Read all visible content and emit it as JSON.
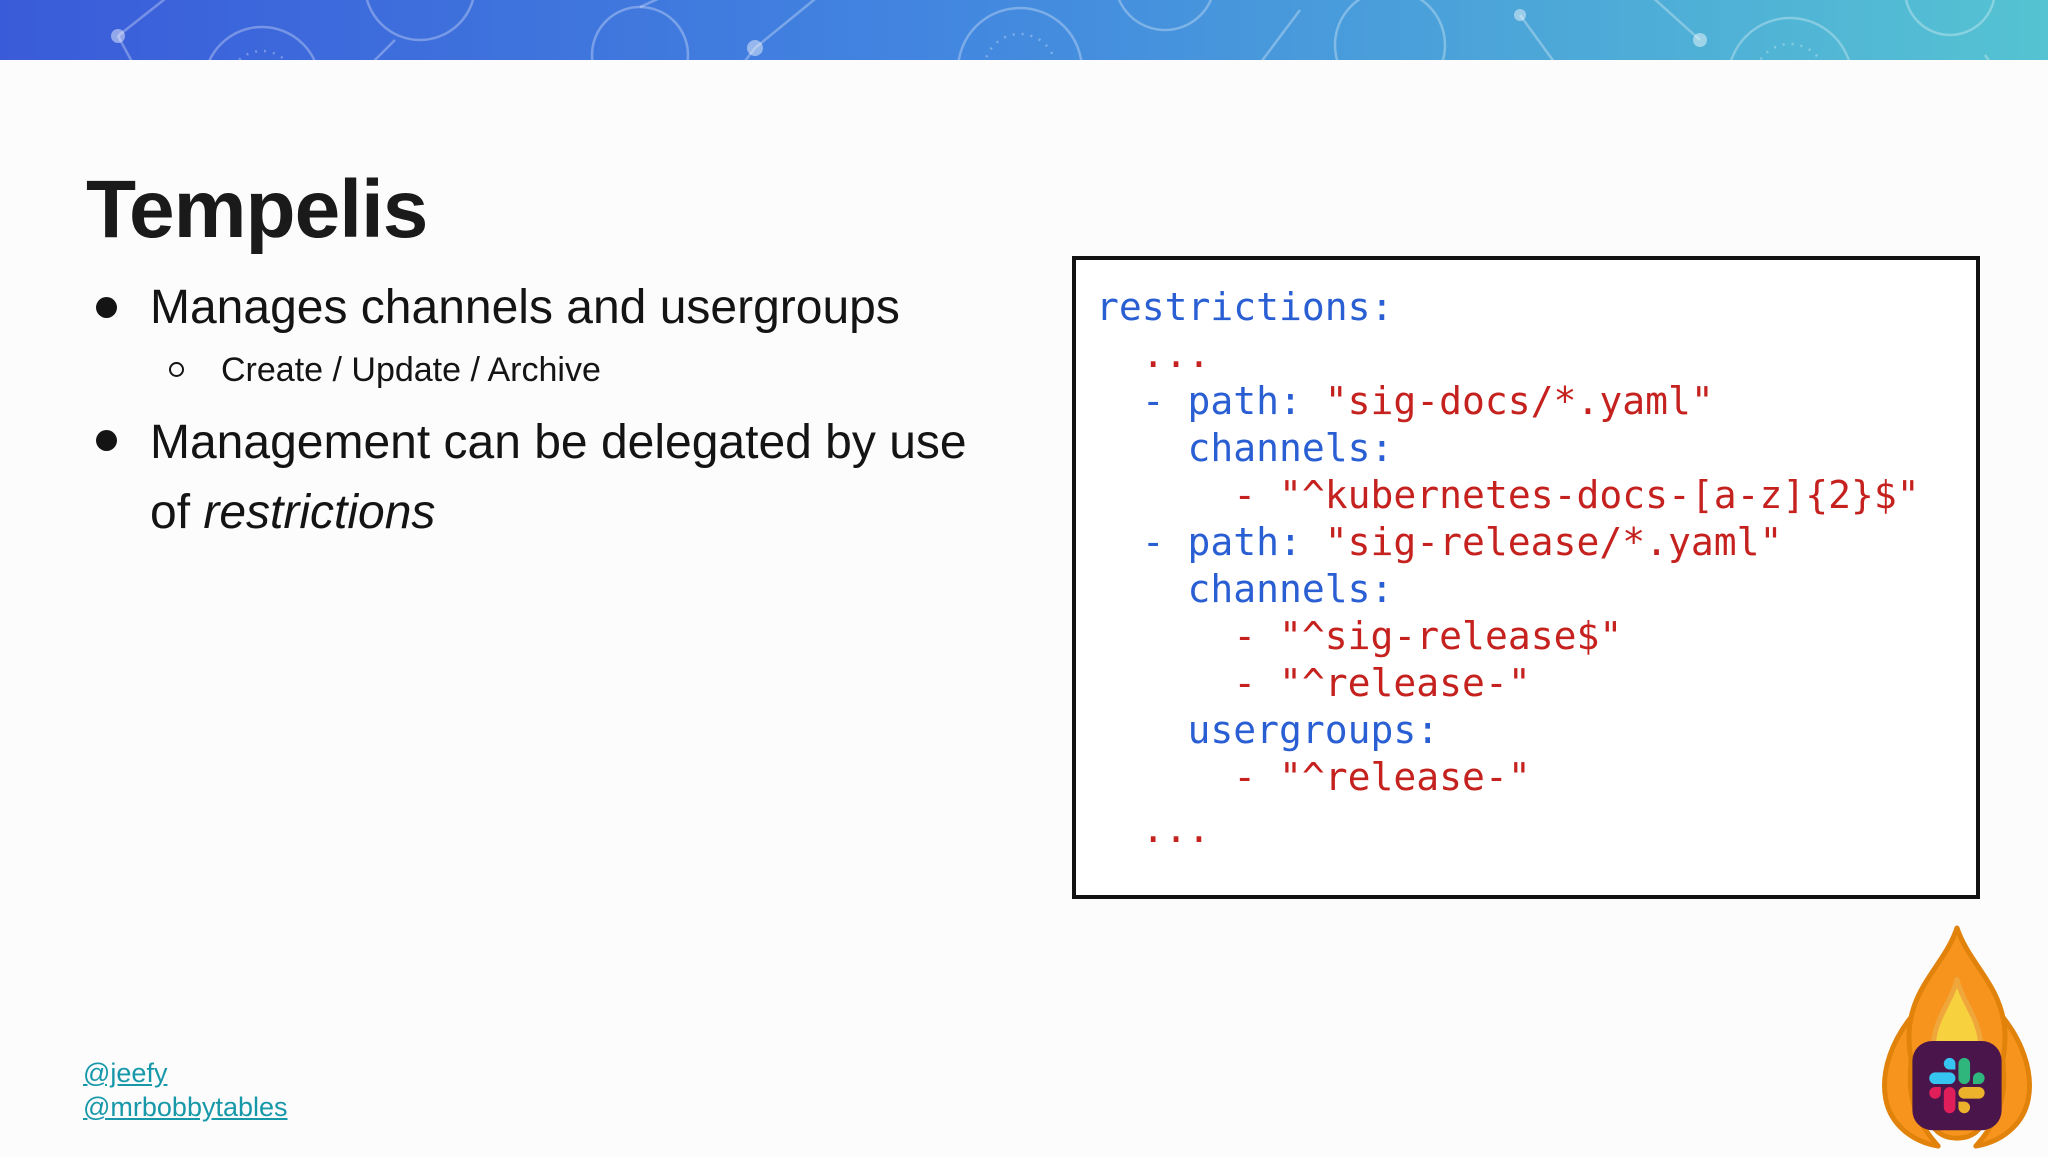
{
  "title": "Tempelis",
  "bullets": {
    "item1": "Manages channels and usergroups",
    "item1_sub": "Create / Update / Archive",
    "item2_text": "Management can be delegated by use of ",
    "item2_italic": "restrictions"
  },
  "code": {
    "lines": [
      [
        {
          "t": "restrictions:",
          "c": "blue"
        }
      ],
      [
        {
          "t": "  ",
          "c": "blue"
        },
        {
          "t": "...",
          "c": "red"
        }
      ],
      [
        {
          "t": "  - path: ",
          "c": "blue"
        },
        {
          "t": "\"sig-docs/*.yaml\"",
          "c": "red"
        }
      ],
      [
        {
          "t": "    channels:",
          "c": "blue"
        }
      ],
      [
        {
          "t": "      ",
          "c": "blue"
        },
        {
          "t": "- \"^kubernetes-docs-[a-z]{2}$\"",
          "c": "red"
        }
      ],
      [
        {
          "t": "  - path: ",
          "c": "blue"
        },
        {
          "t": "\"sig-release/*.yaml\"",
          "c": "red"
        }
      ],
      [
        {
          "t": "    channels:",
          "c": "blue"
        }
      ],
      [
        {
          "t": "      ",
          "c": "blue"
        },
        {
          "t": "- \"^sig-release$\"",
          "c": "red"
        }
      ],
      [
        {
          "t": "      ",
          "c": "blue"
        },
        {
          "t": "- \"^release-\"",
          "c": "red"
        }
      ],
      [
        {
          "t": "    usergroups:",
          "c": "blue"
        }
      ],
      [
        {
          "t": "      ",
          "c": "blue"
        },
        {
          "t": "- \"^release-\"",
          "c": "red"
        }
      ],
      [
        {
          "t": "  ",
          "c": "blue"
        },
        {
          "t": "...",
          "c": "red"
        }
      ]
    ]
  },
  "footer": {
    "links": [
      {
        "label": "@jeefy"
      },
      {
        "label": "@mrbobbytables"
      }
    ],
    "icons": [
      "flame-icon",
      "slack-logo-icon",
      "molecule-network-pattern"
    ]
  },
  "colors": {
    "slide-bg": "#FCFCFC",
    "banner-start": "#3A5BD9",
    "banner-mid": "#4285E0",
    "banner-end": "#55C3D2",
    "title-text": "#1A1A1A",
    "body-text": "#141414",
    "code-blue": "#2A5FD4",
    "code-red": "#C5221F",
    "box-border": "#121212",
    "link-teal": "#1798A9",
    "slack-aubergine": "#4A154B",
    "slack-blue": "#36C5F0",
    "slack-green": "#2EB67D",
    "slack-red": "#E01E5A",
    "slack-yellow": "#ECB22C",
    "flame-orange": "#F7941E",
    "flame-outline": "#E1820A",
    "flame-inner": "#F8D13F",
    "flame-inner-outline": "#EFA73B"
  }
}
